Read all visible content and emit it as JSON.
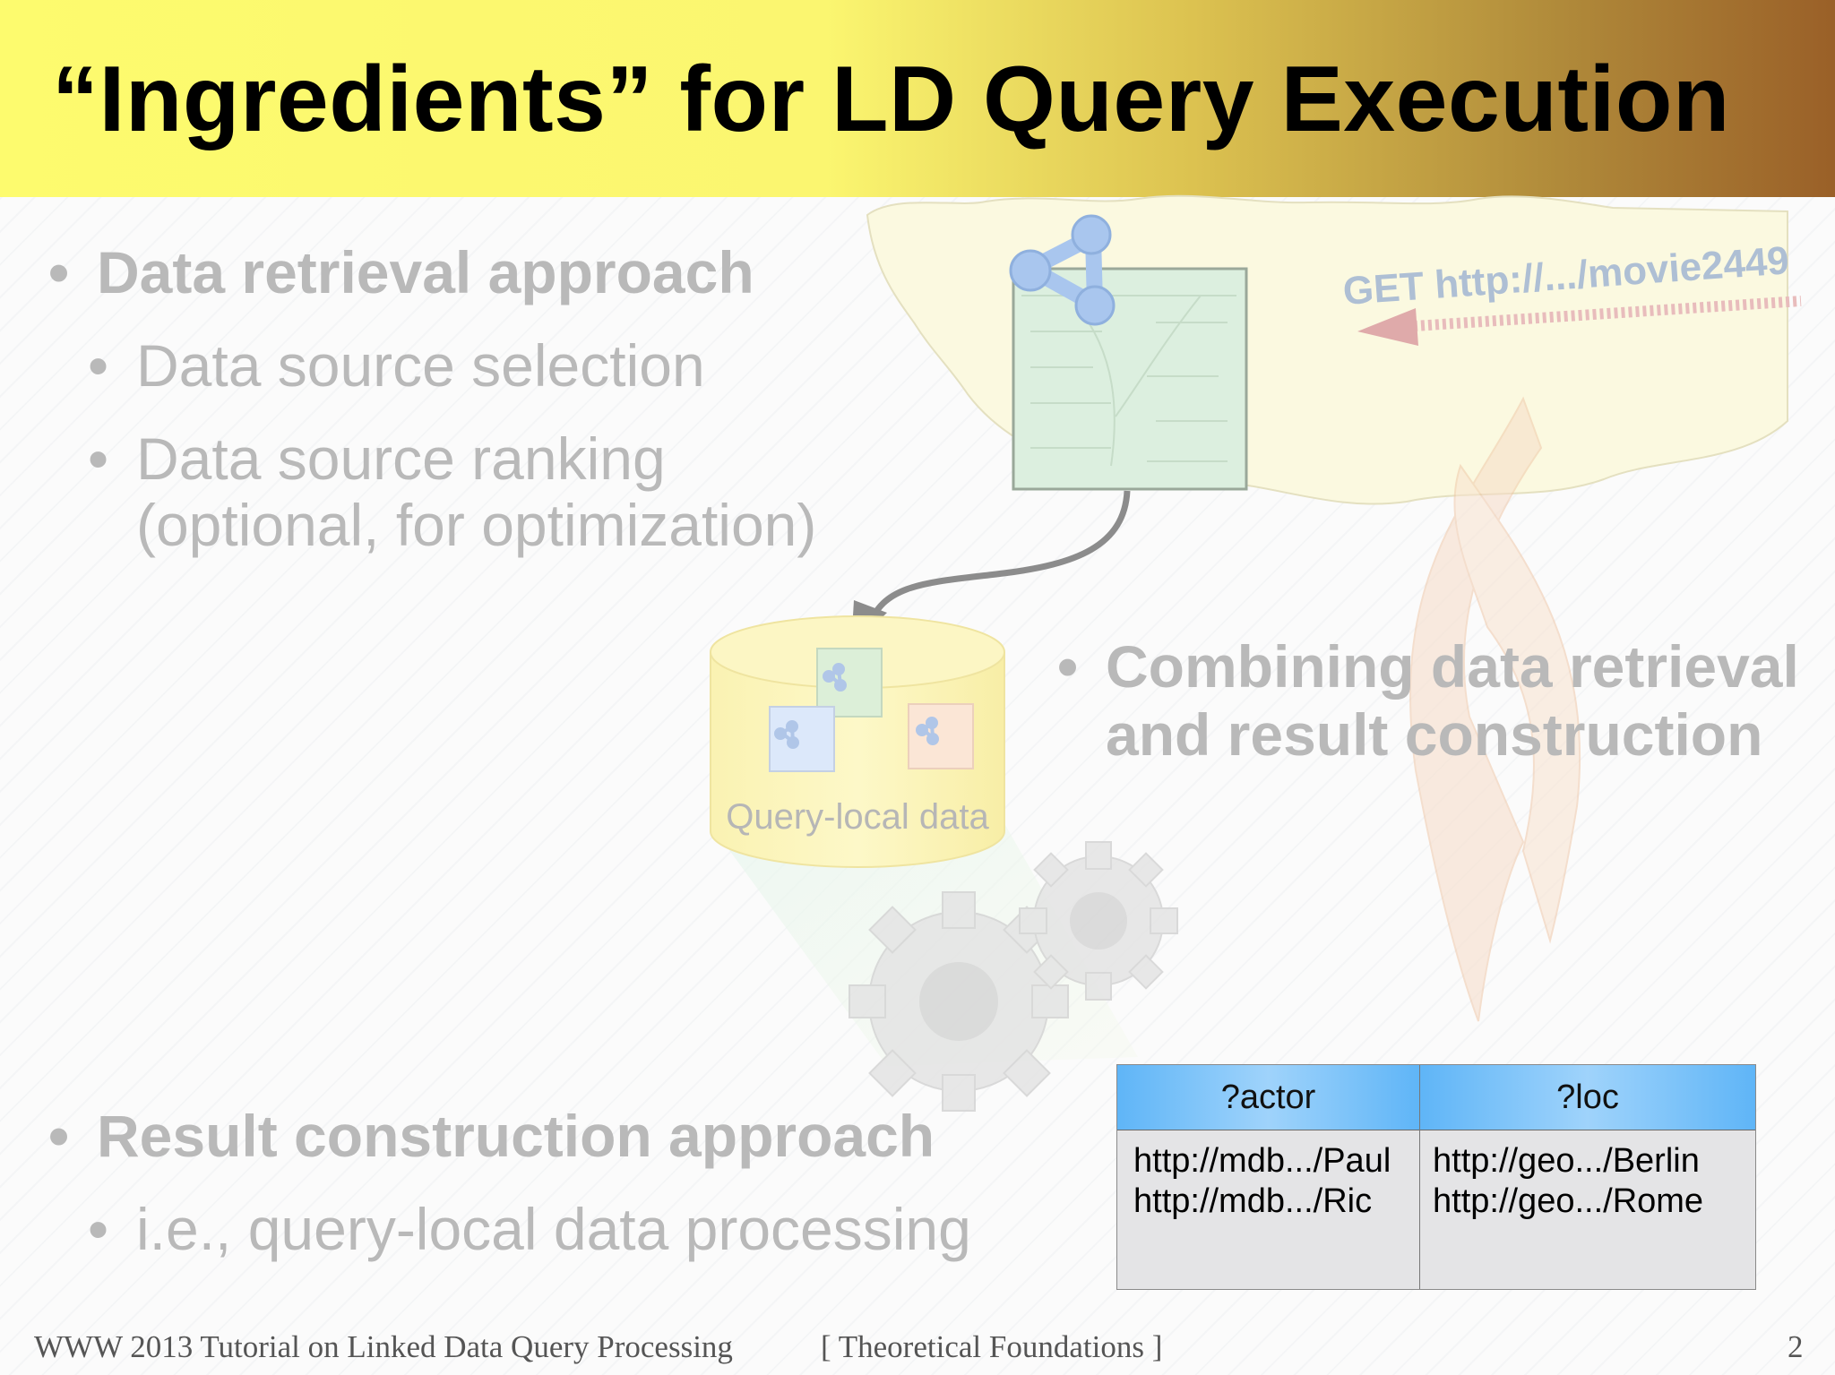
{
  "slide": {
    "title": "“Ingredients” for LD Query Execution",
    "bullets": {
      "retrieval": "Data retrieval approach",
      "selection": "Data source selection",
      "ranking_line1": "Data source ranking",
      "ranking_line2": "(optional, for optimization)",
      "combining_line1": "Combining data retrieval",
      "combining_line2": "and result construction",
      "result": "Result construction approach",
      "processing": "i.e., query-local data processing"
    },
    "bullet_symbol": "•"
  },
  "diagram": {
    "get_request": "GET http://.../movie2449",
    "cylinder_label": "Query-local data",
    "icons": [
      "rdf-graph-icon",
      "web-document-icon",
      "arrow-left-icon",
      "refresh-cycle-icon",
      "gear-icon",
      "database-icon"
    ]
  },
  "result_table": {
    "headers": [
      "?actor",
      "?loc"
    ],
    "rows": [
      [
        "http://mdb.../Paul",
        "http://geo.../Berlin"
      ],
      [
        "http://mdb.../Ric",
        "http://geo.../Rome"
      ]
    ]
  },
  "footer": {
    "left": "WWW 2013 Tutorial on Linked Data Query Processing",
    "middle": "[ Theoretical Foundations ]",
    "page": "2"
  },
  "colors": {
    "header_start": "#fdfb6e",
    "header_end": "#9a6028",
    "bullet_text": "#b9b9b9",
    "table_header": "#5fb5f7",
    "table_body": "#e4e4e6"
  }
}
